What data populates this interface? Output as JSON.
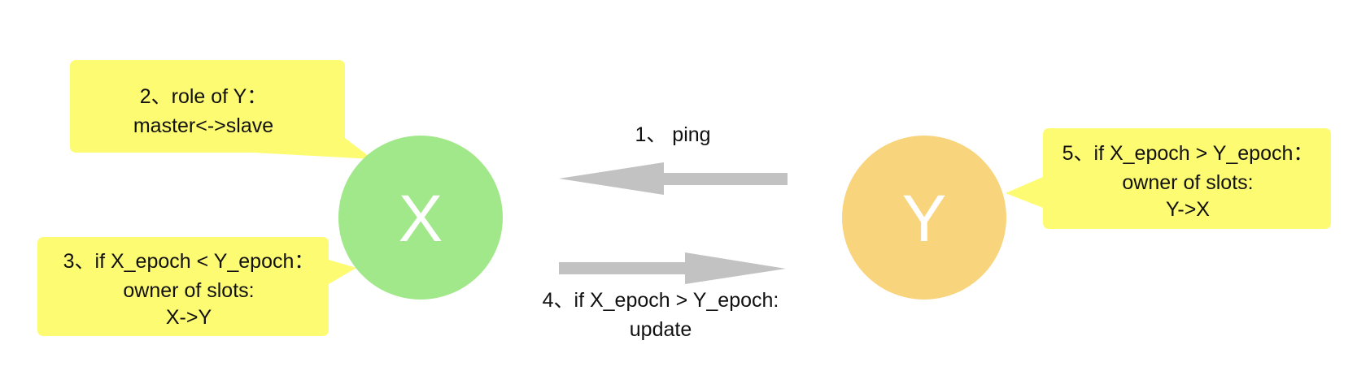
{
  "colors": {
    "node_x": "#a1e88a",
    "node_y": "#f8d47c",
    "callout": "#fdfb72",
    "arrow": "#c2c2c2",
    "text": "#111111",
    "node_text": "#ffffff"
  },
  "nodes": {
    "x": {
      "label": "X"
    },
    "y": {
      "label": "Y"
    }
  },
  "arrows": {
    "ping": {
      "direction": "Y to X",
      "label": "1、 ping"
    },
    "update": {
      "direction": "X to Y",
      "label_line1": "4、if X_epoch > Y_epoch:",
      "label_line2": "update"
    }
  },
  "callouts": {
    "role": {
      "line1": "2、role of Y：",
      "line2": "master<->slave"
    },
    "x_less": {
      "line1": "3、if X_epoch < Y_epoch：",
      "line2": "owner of slots:",
      "line3": "X->Y"
    },
    "x_greater": {
      "line1": "5、if X_epoch > Y_epoch：",
      "line2": "owner of slots:",
      "line3": "Y->X"
    }
  }
}
